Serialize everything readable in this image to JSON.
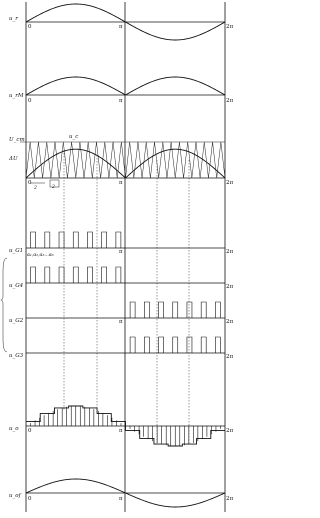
{
  "panels": {
    "ur": {
      "name": "u_r"
    },
    "urm": {
      "name": "u_rM"
    },
    "carrier": {
      "name": "u_c",
      "peak_label": "U_cm",
      "delta_label": "ΔU"
    },
    "alpha": {
      "label": "α₁,α₂,α₃…α₆",
      "sub_label_a": "2",
      "sub_label_b": "2"
    },
    "s1": {
      "name": "u_G1"
    },
    "s4": {
      "name": "u_G4"
    },
    "s2": {
      "name": "u_G2"
    },
    "s3": {
      "name": "u_G3"
    },
    "uo": {
      "name": "u_o"
    },
    "uof": {
      "name": "u_of"
    }
  },
  "ticks": {
    "zero": "0",
    "pi": "π",
    "two_pi": "2π"
  },
  "pwm": {
    "carrier_ratio": 12,
    "modulation_index": 0.8
  }
}
